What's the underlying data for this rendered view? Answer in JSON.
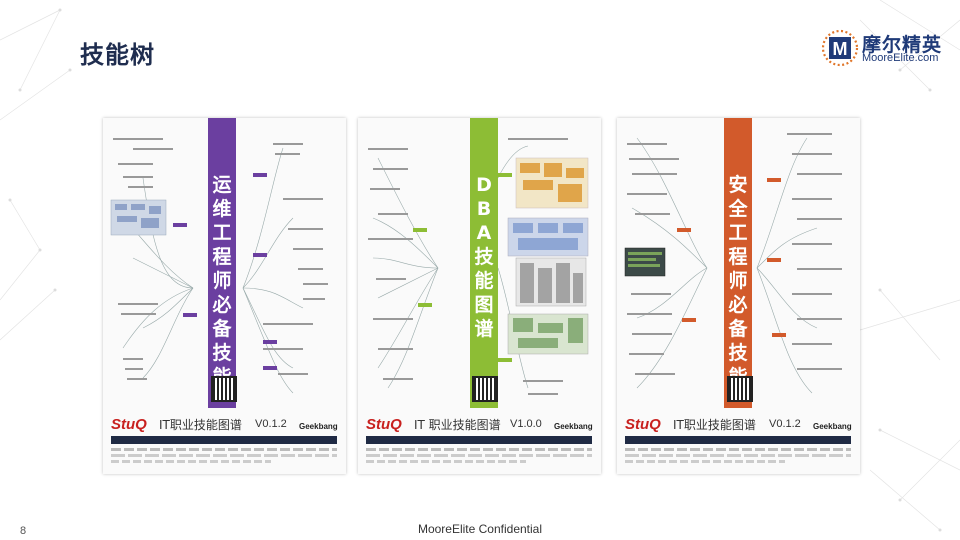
{
  "slide": {
    "title": "技能树",
    "page_number": "8",
    "footer": "MooreElite Confidential"
  },
  "logo": {
    "letter": "M",
    "name": "摩尔精英",
    "url": "MooreElite.com",
    "colors": {
      "mark": "#1f3a78",
      "accent": "#e0762a"
    }
  },
  "posters": [
    {
      "vertical_title": "运维工程师必备技能",
      "band_color": "#6b3fa0",
      "brand": "StuQ",
      "heading": "IT职业技能图谱",
      "version": "V0.1.2",
      "partner": "Geekbang"
    },
    {
      "vertical_title": "DBA技能图谱",
      "band_color": "#8dbd35",
      "brand": "StuQ",
      "heading": "IT 职业技能图谱",
      "version": "V1.0.0",
      "partner": "Geekbang"
    },
    {
      "vertical_title": "安全工程师必备技能",
      "band_color": "#d25a2b",
      "brand": "StuQ",
      "heading": "IT职业技能图谱",
      "version": "V0.1.2",
      "partner": "Geekbang"
    }
  ]
}
